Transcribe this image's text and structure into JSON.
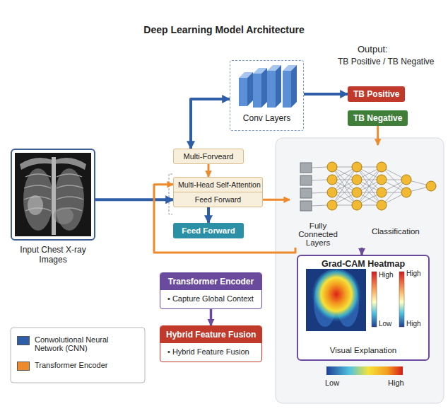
{
  "diagram": {
    "title": "Deep Learning Model Architecture",
    "nodes": [
      {
        "text": [
          "Conv Layers"
        ]
      },
      {
        "text": [
          "TB Positive"
        ]
      },
      {
        "text": [
          "TB Negative"
        ]
      },
      {
        "text": [
          "Input Chest X-ray Images"
        ]
      },
      {
        "text": [
          "Multi-Forveard"
        ]
      },
      {
        "text": [
          "Multi-Head Self-Attention",
          "Feed Forward"
        ]
      },
      {
        "text": [
          "Feed Forward"
        ]
      },
      {
        "text": [
          "Fully Connected Layers",
          "Classification"
        ]
      },
      {
        "text": [
          "Transformer Encoder",
          "• Capture Global Context"
        ]
      },
      {
        "text": [
          "Hybrid Feature Fusion",
          "• Hybrid Feature Fusion"
        ]
      },
      {
        "text": [
          "Grad-CAM Heatmap",
          "Visual Explanation"
        ]
      }
    ],
    "edges": [
      {
        "from": 4,
        "to": 0,
        "arrow": "both"
      },
      {
        "from": 0,
        "to": 1,
        "arrow": "to"
      },
      {
        "from": 2,
        "to": 7,
        "arrow": "to"
      },
      {
        "from": 3,
        "to": 5,
        "arrow": "to"
      },
      {
        "from": 4,
        "to": 5,
        "arrow": "to"
      },
      {
        "from": 5,
        "to": 6,
        "arrow": "to"
      },
      {
        "from": 5,
        "to": 7,
        "arrow": "to"
      },
      {
        "from": 7,
        "to": 5,
        "arrow": "to"
      },
      {
        "from": 8,
        "to": 9,
        "arrow": "to"
      },
      {
        "from": 7,
        "to": 10,
        "arrow": "to"
      }
    ],
    "labels": [
      "Output:",
      "TB Positive / TB Negative",
      "High",
      "Low",
      "High",
      "High",
      "Low",
      "High"
    ],
    "legend": [
      {
        "text": "Conwolutional Neural Network (CNN)",
        "color": "#2e5ea8"
      },
      {
        "text": "Transformer Encoder",
        "color": "#ef8a2c"
      }
    ]
  }
}
